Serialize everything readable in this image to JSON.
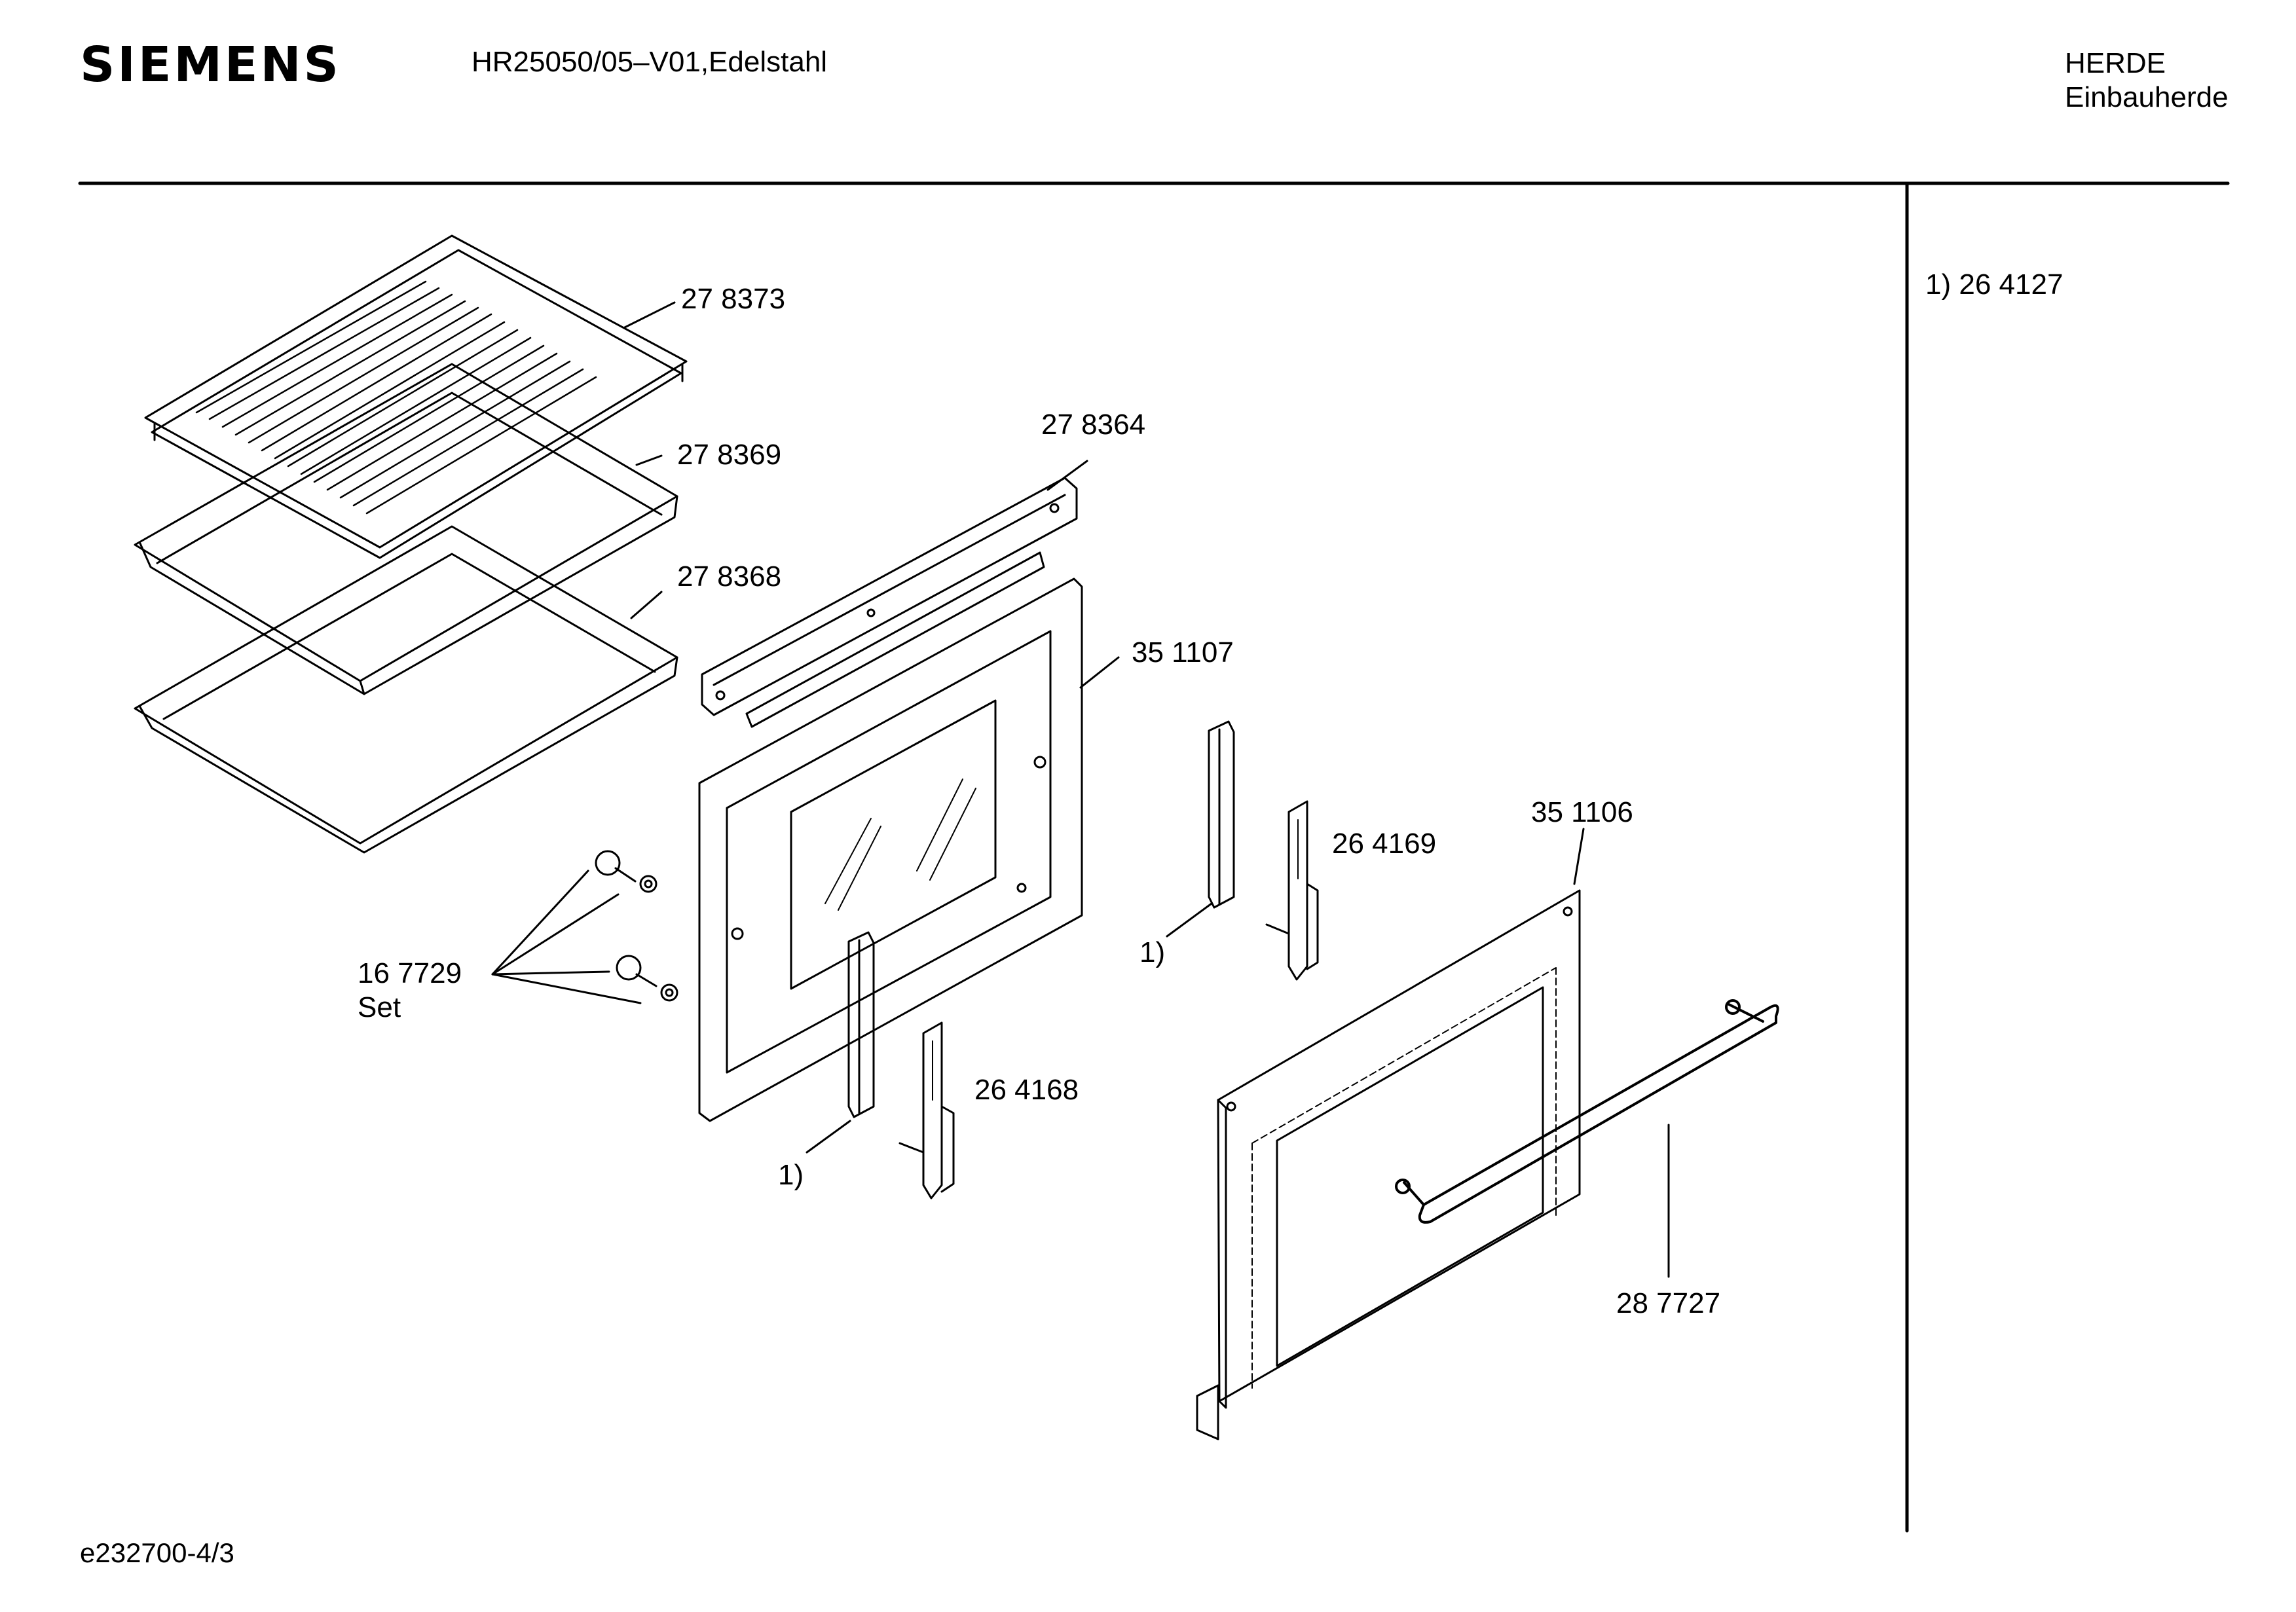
{
  "header": {
    "brand": "SIEMENS",
    "model": "HR25050/05–V01,Edelstahl",
    "category": "HERDE",
    "subcategory": "Einbauherde"
  },
  "notes": [
    {
      "marker": "1)",
      "part": "26 4127"
    }
  ],
  "parts": {
    "rack": "27 8373",
    "tray_deep": "27 8369",
    "tray_flat": "27 8368",
    "door_profile": "27 8364",
    "inner_door_frame": "35 1107",
    "screw_set": "16 7729",
    "screw_set_note": "Set",
    "hinge_right": "26 4169",
    "hinge_left": "26 4168",
    "outer_door": "35 1106",
    "handle": "28 7727",
    "hinge_cover_ref": "1)"
  },
  "footer": {
    "drawing_id": "e232700-4/3"
  }
}
